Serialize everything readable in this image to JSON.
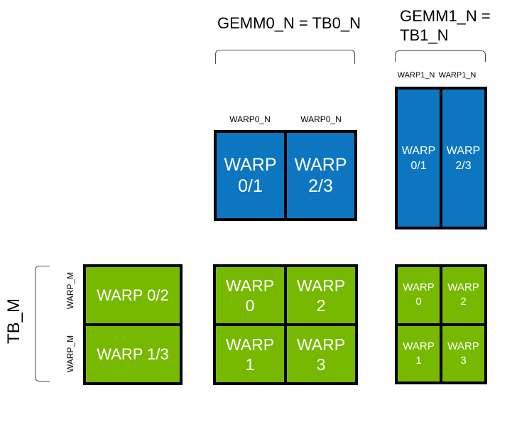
{
  "colors": {
    "blue": "#0d76c1",
    "green": "#76b900",
    "box_border": "#000000",
    "box_text": "#ffffff",
    "label_text": "#000000",
    "bracket": "#4d4d4d",
    "background": "#ffffff"
  },
  "titles": {
    "gemm0": "GEMM0_N = TB0_N",
    "gemm1_line1": "GEMM1_N =",
    "gemm1_line2": "TB1_N"
  },
  "axis_labels": {
    "tb_m": "TB_M",
    "warp_m_top": "WARP_M",
    "warp_m_bottom": "WARP_M",
    "warp0_n_left": "WARP0_N",
    "warp0_n_right": "WARP0_N",
    "warp1_n_left": "WARP1_N",
    "warp1_n_right": "WARP1_N"
  },
  "gemm0_b_tiles": {
    "cells": [
      {
        "line1": "WARP",
        "line2": "0/1"
      },
      {
        "line1": "WARP",
        "line2": "2/3"
      }
    ]
  },
  "gemm1_b_tiles": {
    "cells": [
      {
        "line1": "WARP",
        "line2": "0/1"
      },
      {
        "line1": "WARP",
        "line2": "2/3"
      }
    ]
  },
  "tb_m_tiles": {
    "rows": [
      {
        "label": "WARP 0/2"
      },
      {
        "label": "WARP 1/3"
      }
    ]
  },
  "gemm0_c_tiles": {
    "cells": [
      {
        "line1": "WARP",
        "line2": "0"
      },
      {
        "line1": "WARP",
        "line2": "2"
      },
      {
        "line1": "WARP",
        "line2": "1"
      },
      {
        "line1": "WARP",
        "line2": "3"
      }
    ]
  },
  "gemm1_c_tiles": {
    "cells": [
      {
        "line1": "WARP",
        "line2": "0"
      },
      {
        "line1": "WARP",
        "line2": "2"
      },
      {
        "line1": "WARP",
        "line2": "1"
      },
      {
        "line1": "WARP",
        "line2": "3"
      }
    ]
  }
}
